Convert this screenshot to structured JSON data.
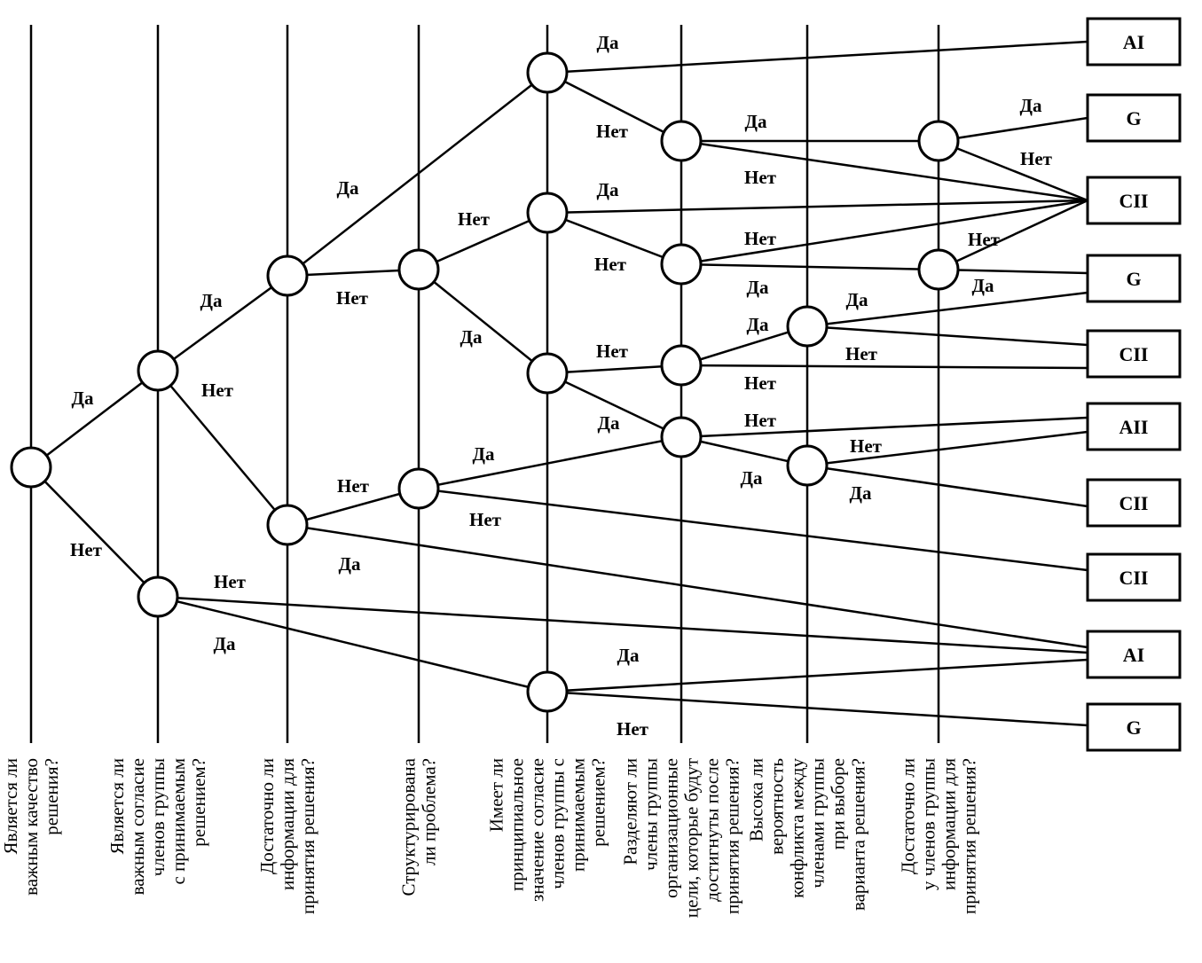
{
  "labels": {
    "yes": "Да",
    "no": "Нет"
  },
  "questions": [
    [
      "Является ли",
      "важным качество",
      "решения?"
    ],
    [
      "Является ли",
      "важным согласие",
      "членов группы",
      "с принимаемым",
      "решением?"
    ],
    [
      "Достаточно ли",
      "информации для",
      "принятия решения?"
    ],
    [
      "Структурирована",
      "ли проблема?"
    ],
    [
      "Имеет ли",
      "принципиальное",
      "значение согласие",
      "членов группы с",
      "принимаемым",
      "решением?"
    ],
    [
      "Разделяют ли",
      "члены группы",
      "организационные",
      "цели, которые будут",
      "достигнуты после",
      "принятия решения?"
    ],
    [
      "Высока ли",
      "вероятность",
      "конфликта между",
      "членами группы",
      "при выборе",
      "варианта решения?"
    ],
    [
      "Достаточно ли",
      "у членов группы",
      "информации для",
      "принятия решения?"
    ]
  ],
  "outcomes": [
    "AI",
    "G",
    "CII",
    "G",
    "CII",
    "AII",
    "CII",
    "CII",
    "AI",
    "G"
  ]
}
